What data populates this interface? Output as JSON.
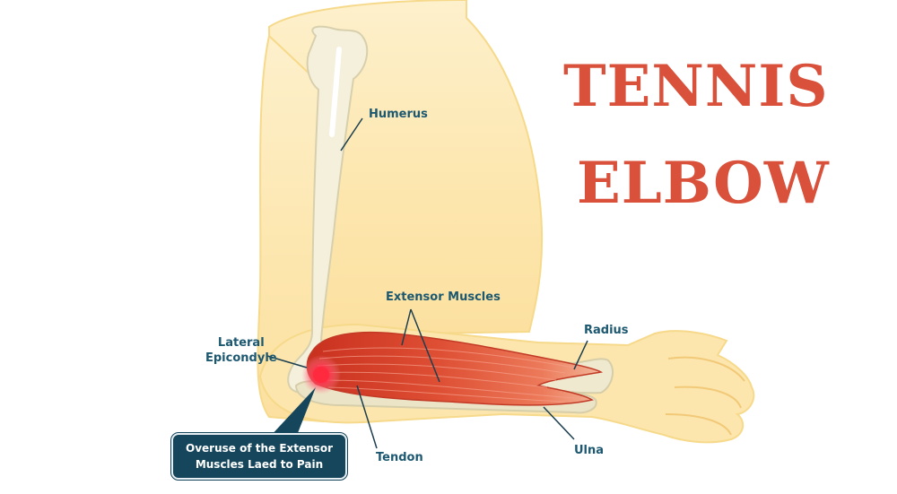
{
  "title": {
    "line1": "TENNIS",
    "line2": "ELBOW"
  },
  "labels": {
    "humerus": "Humerus",
    "extensor_muscles": "Extensor Muscles",
    "lateral_epicondyle_line1": "Lateral",
    "lateral_epicondyle_line2": "Epicondyle",
    "radius": "Radius",
    "tendon": "Tendon",
    "ulna": "Ulna"
  },
  "callout": {
    "line1": "Overuse of the Extensor",
    "line2": "Muscles Laed to Pain"
  },
  "colors": {
    "title": "#d9503b",
    "label": "#1d5871",
    "callout_bg": "#16465b",
    "skin": "#fde7b0",
    "bone": "#f3eed8",
    "muscle": "#d9442e",
    "pain": "#ff2a3d"
  }
}
